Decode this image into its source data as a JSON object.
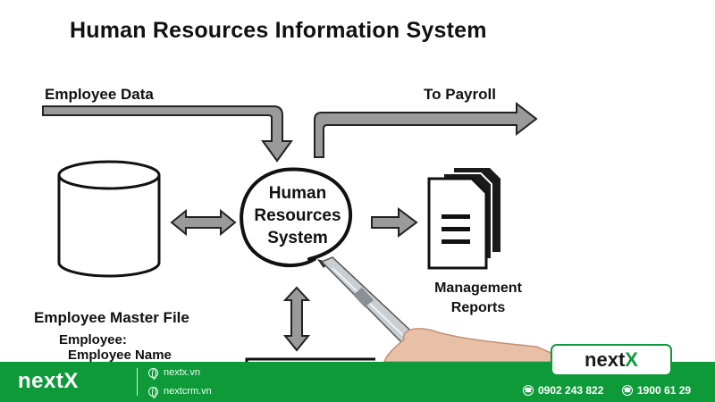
{
  "diagram": {
    "title": "Human Resources Information System",
    "input_label": "Employee Data",
    "output_label": "To Payroll",
    "center_node": "Human Resources System",
    "reports_label": "Management Reports",
    "master_file": {
      "title": "Employee Master File",
      "field_heading": "Employee:",
      "field_item": "Employee Name"
    }
  },
  "footer": {
    "brand": "nextX",
    "links": [
      "nextx.vn",
      "nextcrm.vn"
    ],
    "phones": [
      "0902 243 822",
      "1900 61 29"
    ],
    "logo": {
      "prefix": "next",
      "accent": "X"
    },
    "colors": {
      "brand_green": "#0f9a3a",
      "arrow_gray": "#9a9a9a"
    },
    "icons": [
      "globe-icon",
      "phone-icon"
    ]
  }
}
